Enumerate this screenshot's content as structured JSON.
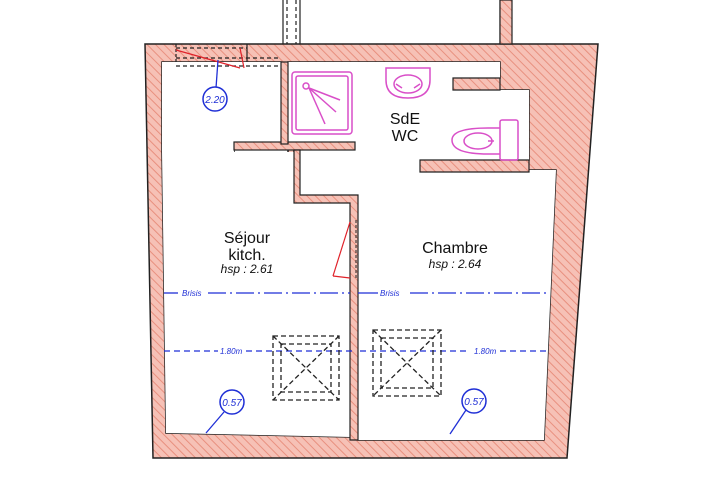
{
  "rooms": {
    "sejour_line1": "Séjour",
    "sejour_line2": "kitch.",
    "sejour_hsp": "hsp : 2.61",
    "sde_line1": "SdE",
    "sde_line2": "WC",
    "chambre": "Chambre",
    "chambre_hsp": "hsp : 2.64"
  },
  "annotations": {
    "brisis": "Brisis",
    "height_line": "1.80m",
    "marker_top": "2.20",
    "marker_left": "0.57",
    "marker_right": "0.57"
  },
  "colors": {
    "wall_fill": "#f6c1b6",
    "wall_hatch": "#e8907f",
    "wall_stroke": "#222222",
    "fixture": "#d94fc8",
    "annotation": "#1f2fd6",
    "door": "#e0222a"
  }
}
